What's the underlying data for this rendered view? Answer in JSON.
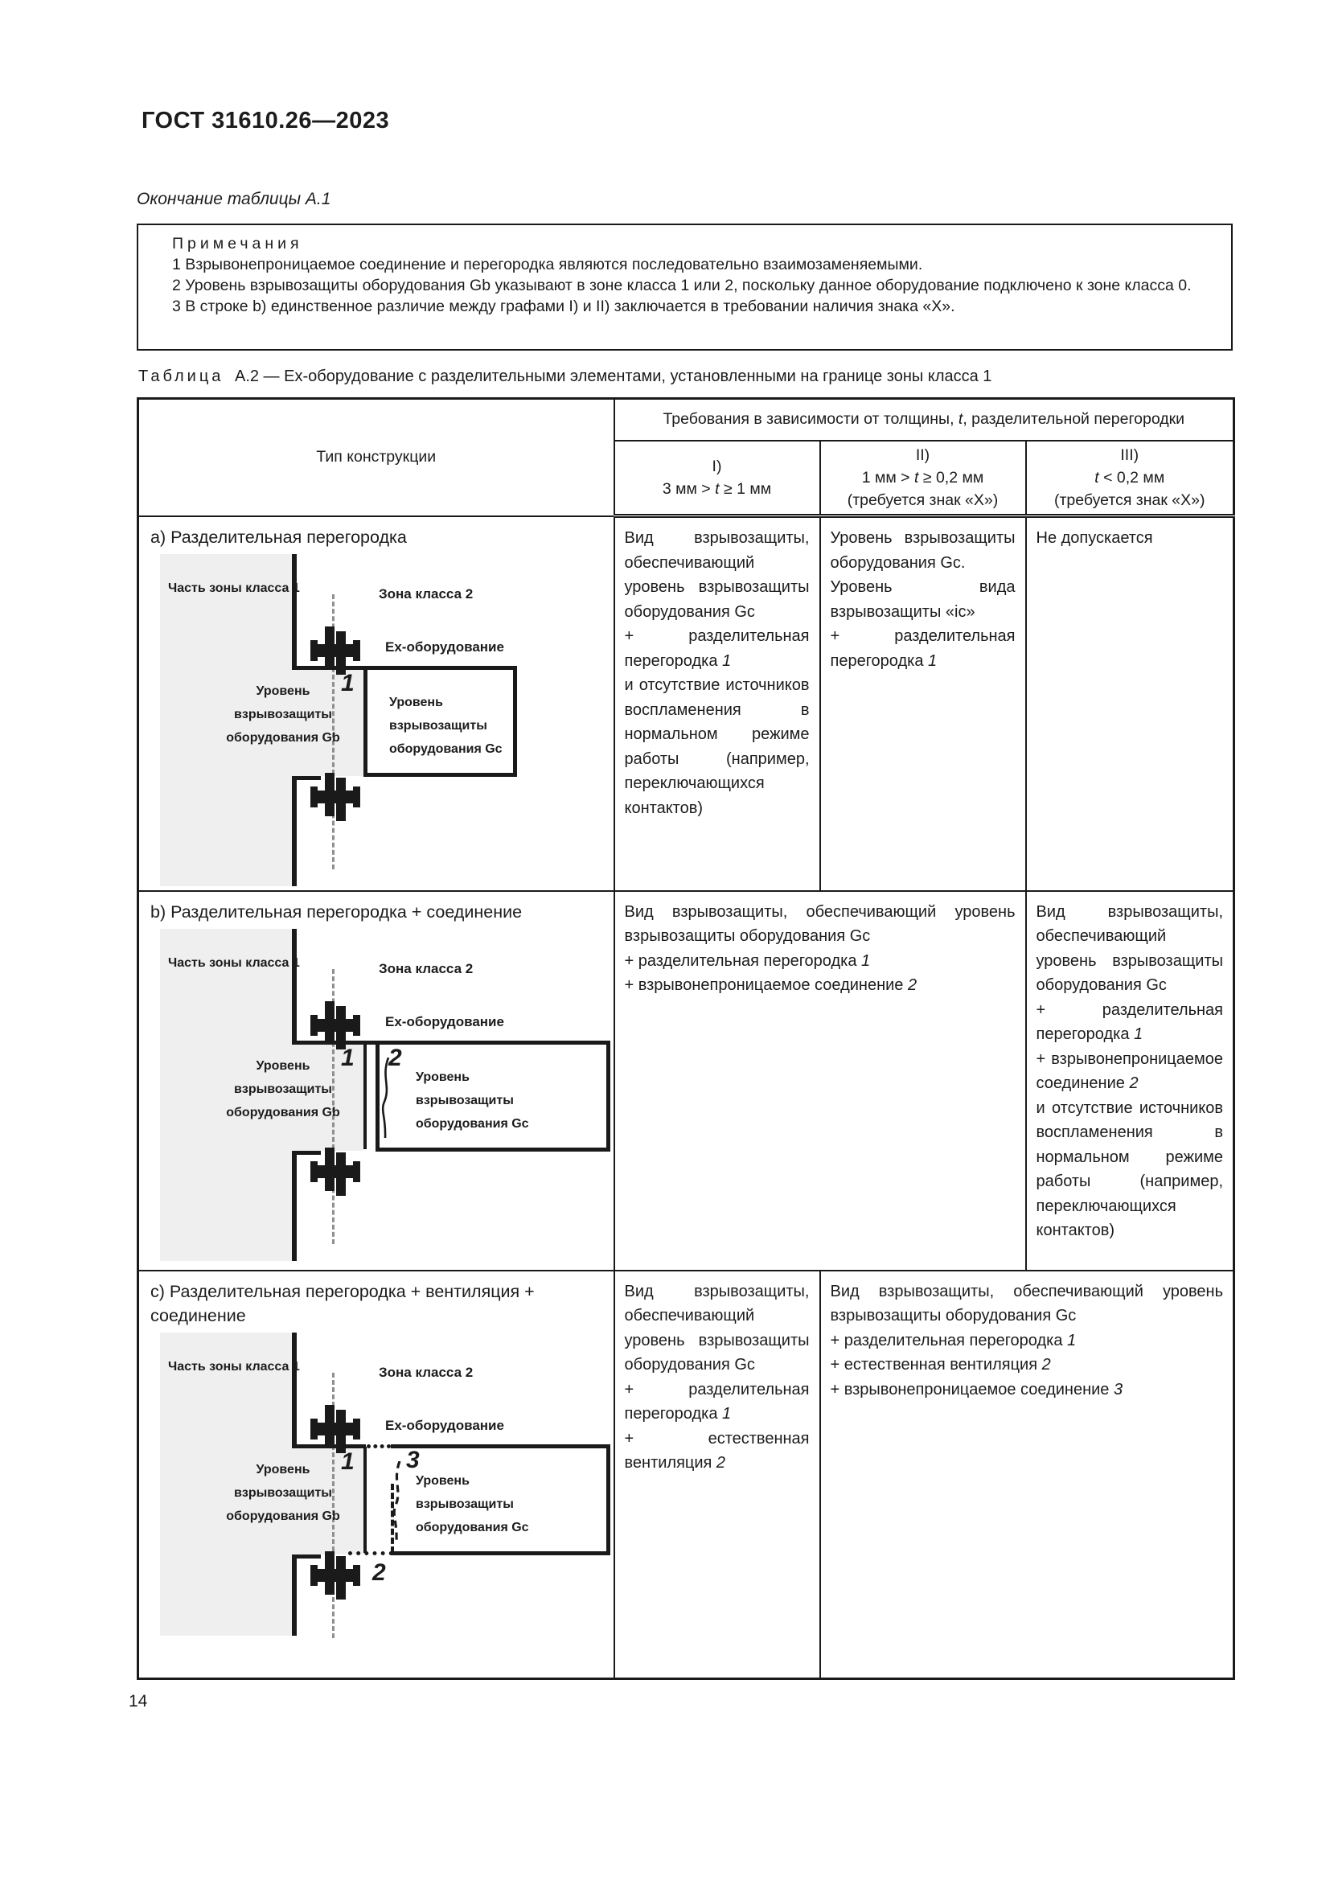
{
  "page": {
    "doc_number": "ГОСТ 31610.26—2023",
    "continuation_note": "Окончание таблицы А.1",
    "page_number": "14"
  },
  "notes": {
    "title": "Примечания",
    "items": [
      "1  Взрывонепроницаемое соединение и перегородка являются последовательно взаимозаменяемыми.",
      "2  Уровень взрывозащиты оборудования Gb указывают в зоне класса 1 или 2, поскольку данное оборудование подключено к зоне класса 0.",
      "3  В строке b) единственное различие между графами I) и II) заключается в требовании наличия знака «X»."
    ]
  },
  "table": {
    "caption_label": "Таблица",
    "caption_rest": "А.2 — Ex-оборудование с разделительными элементами, установленными на границе зоны класса 1",
    "type_col_header": "Тип конструкции",
    "req_header": "Требования в зависимости от толщины, *t*, разделительной перегородки",
    "col_i_header": [
      "I)",
      "3 мм > *t* ≥ 1 мм"
    ],
    "col_ii_header": [
      "II)",
      "1 мм > *t* ≥ 0,2 мм",
      "(требуется знак «X»)"
    ],
    "col_iii_header": [
      "III)",
      "*t* < 0,2 мм",
      "(требуется знак «X»)"
    ],
    "rows": {
      "a": {
        "title": "a)  Разделительная перегородка",
        "col_i": [
          "Вид взрывозащиты, обеспечивающий уровень взрывозащиты оборудования Gc",
          "+ разделительная перегородка *1*",
          "и отсутствие источников воспламенения в нормальном режиме работы (например, переключающихся контактов)"
        ],
        "col_ii": [
          "Уровень взрывозащиты оборудования Gc.",
          "Уровень вида взрывозащиты «ic»",
          "+ разделительная перегородка *1*"
        ],
        "col_iii": [
          "Не допускается"
        ]
      },
      "b": {
        "title": "b)  Разделительная перегородка + соединение",
        "col_i_ii": [
          "Вид взрывозащиты, обеспечивающий уровень взрывозащиты оборудования Gc",
          "+ разделительная перегородка *1*",
          "+ взрывонепроницаемое соединение *2*"
        ],
        "col_iii": [
          "Вид взрывозащиты, обеспечивающий уровень взрывозащиты оборудования Gc",
          "+ разделительная перегородка *1*",
          "+ взрывонепроницаемое соединение *2*",
          "и отсутствие источников воспламенения в нормальном режиме работы (например, переключающихся контактов)"
        ]
      },
      "c": {
        "title": "c)  Разделительная перегородка + вентиляция + соединение",
        "col_i": [
          "Вид взрывозащиты, обеспечивающий уровень взрывозащиты оборудования Gc",
          "+ разделительная перегородка *1*",
          "+ естественная вентиляция *2*"
        ],
        "col_ii_iii": [
          "Вид взрывозащиты, обеспечивающий уровень взрывозащиты оборудования Gc",
          "+ разделительная перегородка *1*",
          "+ естественная вентиляция *2*",
          "+ взрывонепроницаемое соединение *3*"
        ]
      }
    },
    "diagram": {
      "zone1_label": "Часть зоны класса 1",
      "zone2_label": "Зона класса 2",
      "equipment_label": "Ex-оборудование",
      "gb_label": [
        "Уровень",
        "взрывозащиты",
        "оборудования Gb"
      ],
      "gc_label": [
        "Уровень",
        "взрывозащиты",
        "оборудования Gc"
      ],
      "num1": "1",
      "num2": "2",
      "num3": "3"
    },
    "colors": {
      "line": "#1a1a1a",
      "zone_fill": "#efefef",
      "dashed_zone_line": "#8f8f8f"
    }
  }
}
